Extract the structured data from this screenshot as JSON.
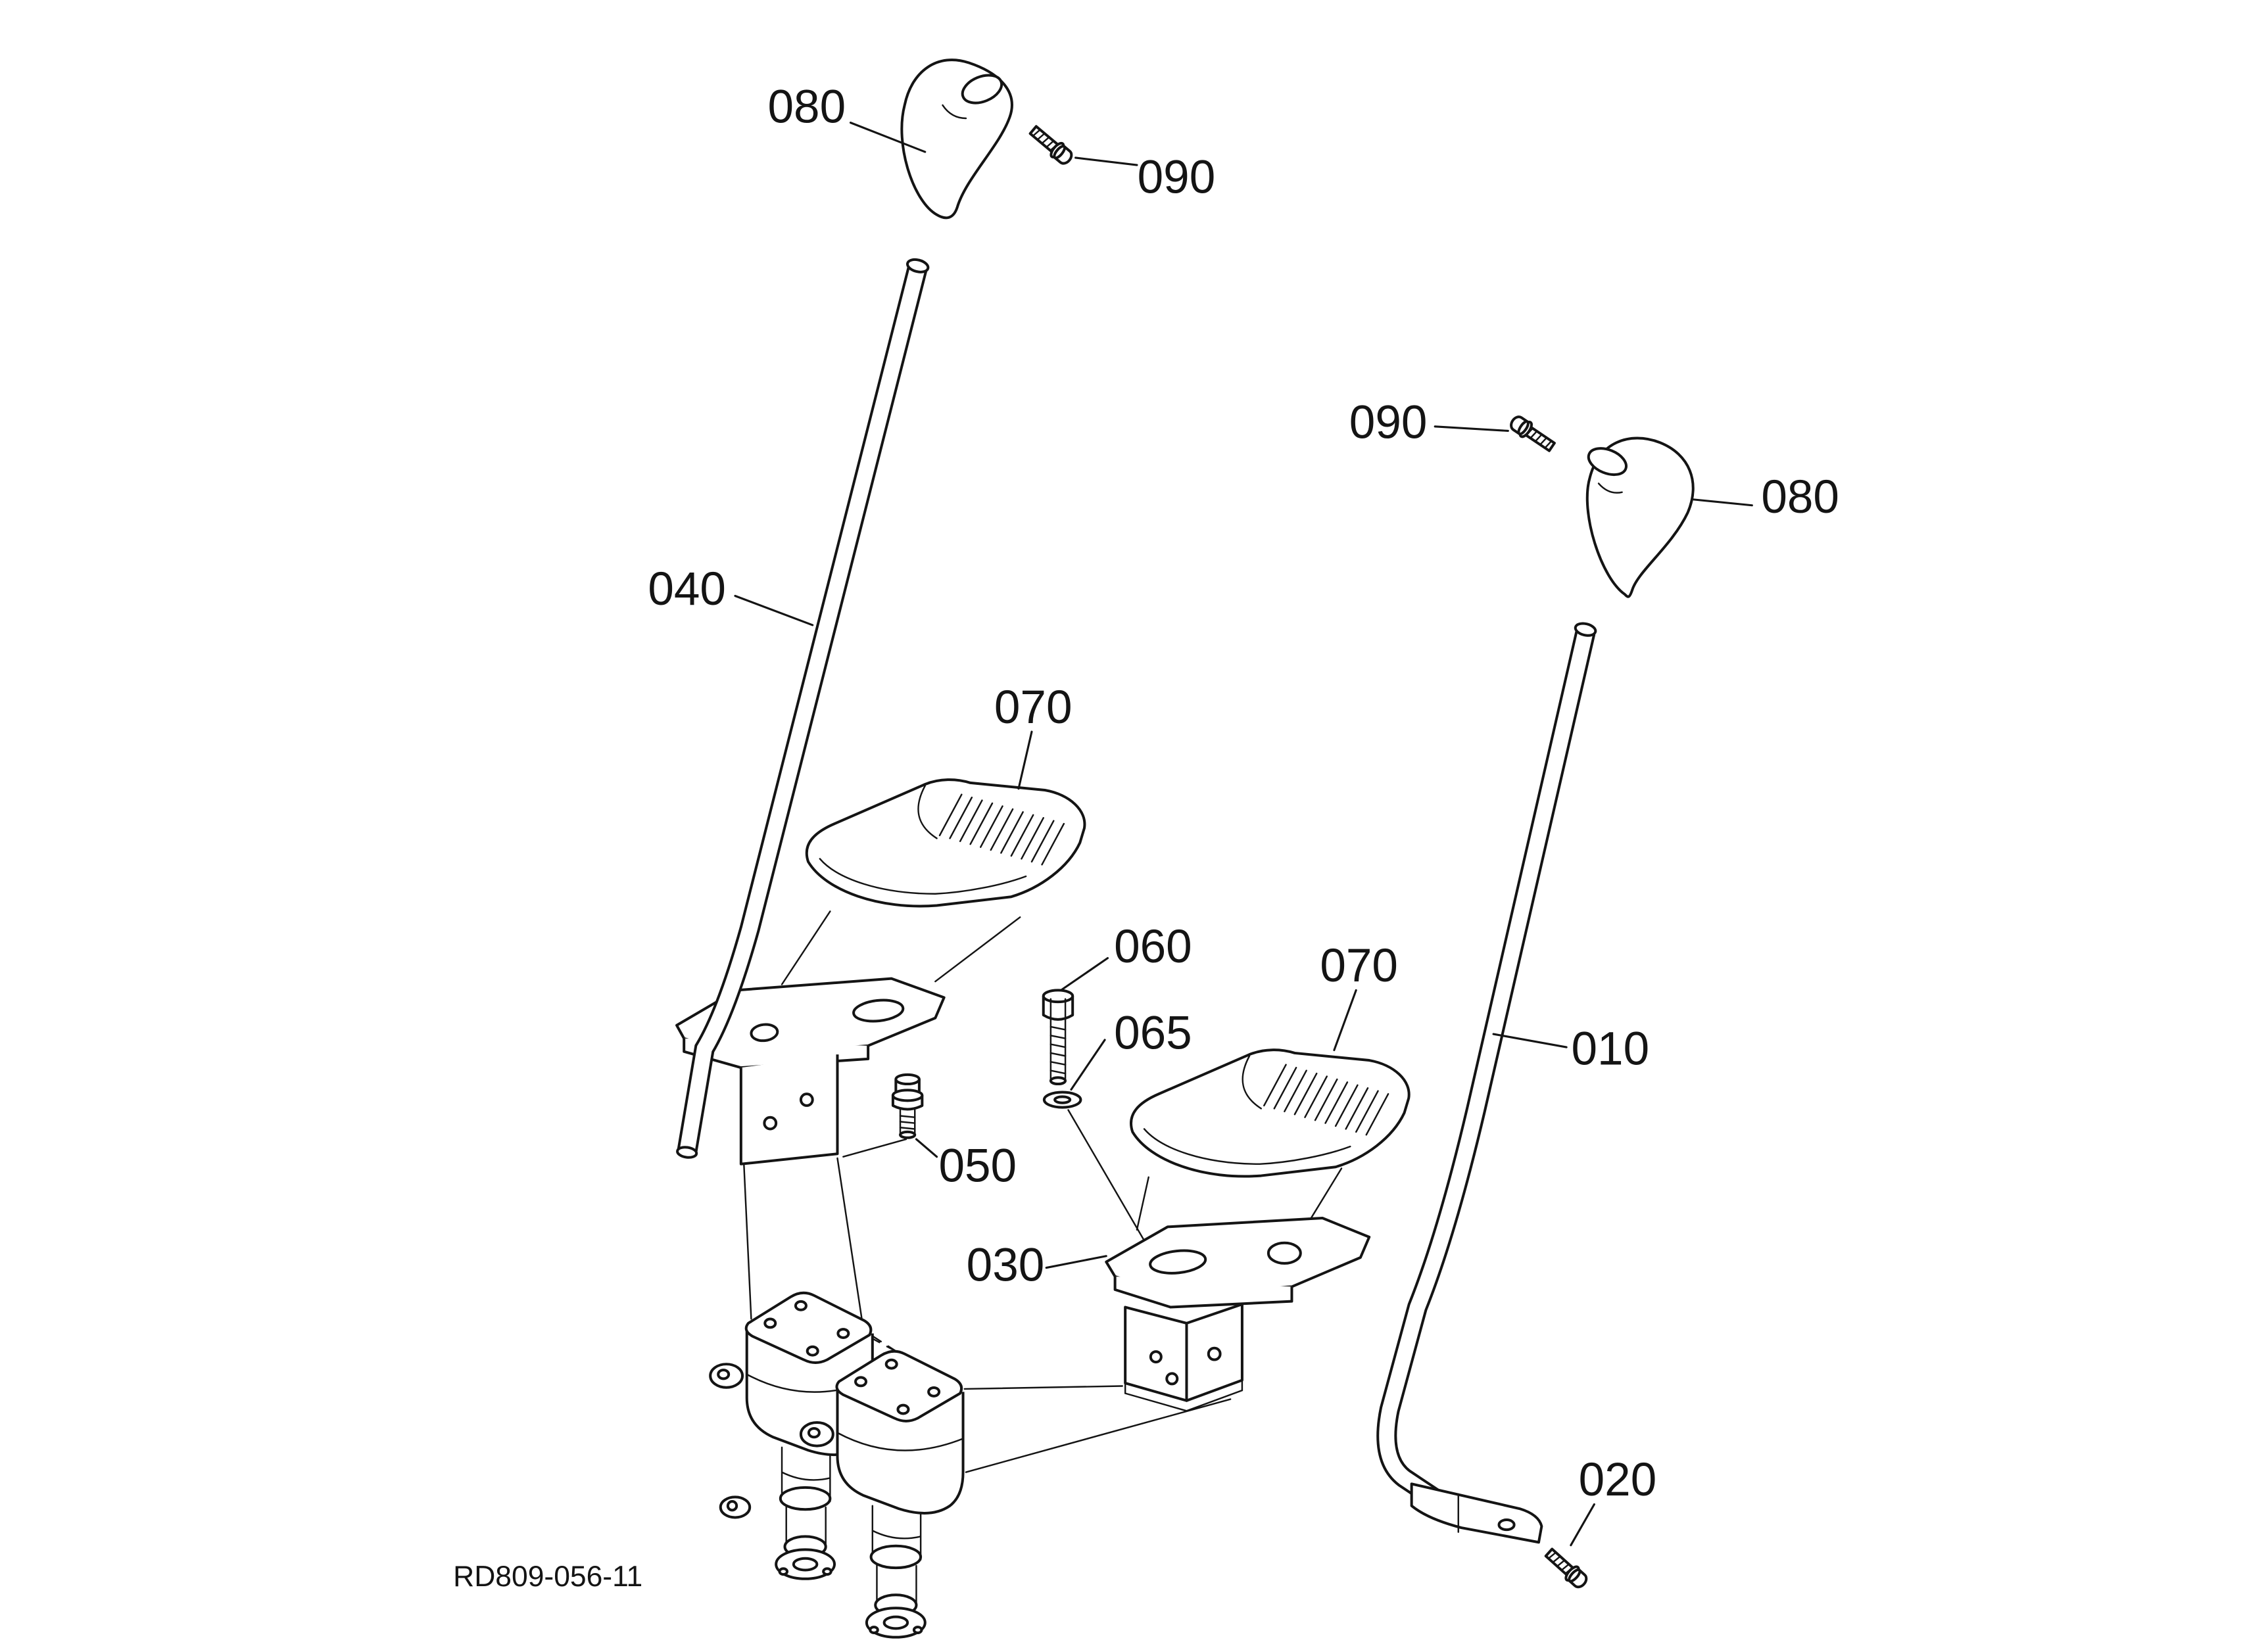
{
  "figure": {
    "code": "RD809-056-11",
    "callouts": {
      "c080_left": "080",
      "c090_left": "090",
      "c040": "040",
      "c070_left": "070",
      "c060": "060",
      "c065": "065",
      "c050": "050",
      "c070_right": "070",
      "c030": "030",
      "c010": "010",
      "c090_right": "090",
      "c080_right": "080",
      "c020": "020"
    },
    "colors": {
      "line": "#141414",
      "background": "#ffffff"
    }
  }
}
